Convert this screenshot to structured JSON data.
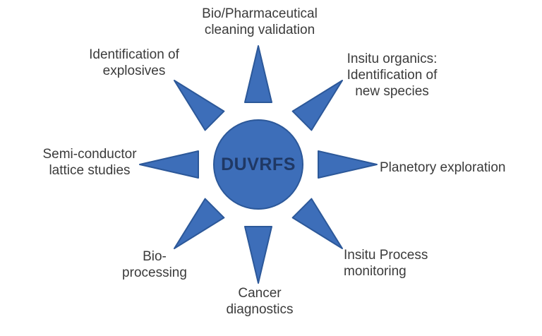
{
  "diagram": {
    "type": "radial-spoke-diagram",
    "center_label": "DUVRFS",
    "colors": {
      "shape_fill": "#3D6EB9",
      "shape_border": "#2C5899",
      "center_text": "#1F3864",
      "label_text": "#3B3B3B",
      "background": "#FFFFFF"
    },
    "spokes": {
      "top": {
        "label": "Bio/Pharmaceutical\ncleaning validation"
      },
      "top_right": {
        "label": "Insitu organics:\nIdentification of\nnew species"
      },
      "right": {
        "label": "Planetory exploration"
      },
      "bottom_right": {
        "label": "Insitu Process\nmonitoring"
      },
      "bottom": {
        "label": "Cancer\ndiagnostics"
      },
      "bottom_left": {
        "label": "Bio-\nprocessing"
      },
      "left": {
        "label": "Semi-conductor\nlattice studies"
      },
      "top_left": {
        "label": "Identification of\nexplosives"
      }
    }
  }
}
